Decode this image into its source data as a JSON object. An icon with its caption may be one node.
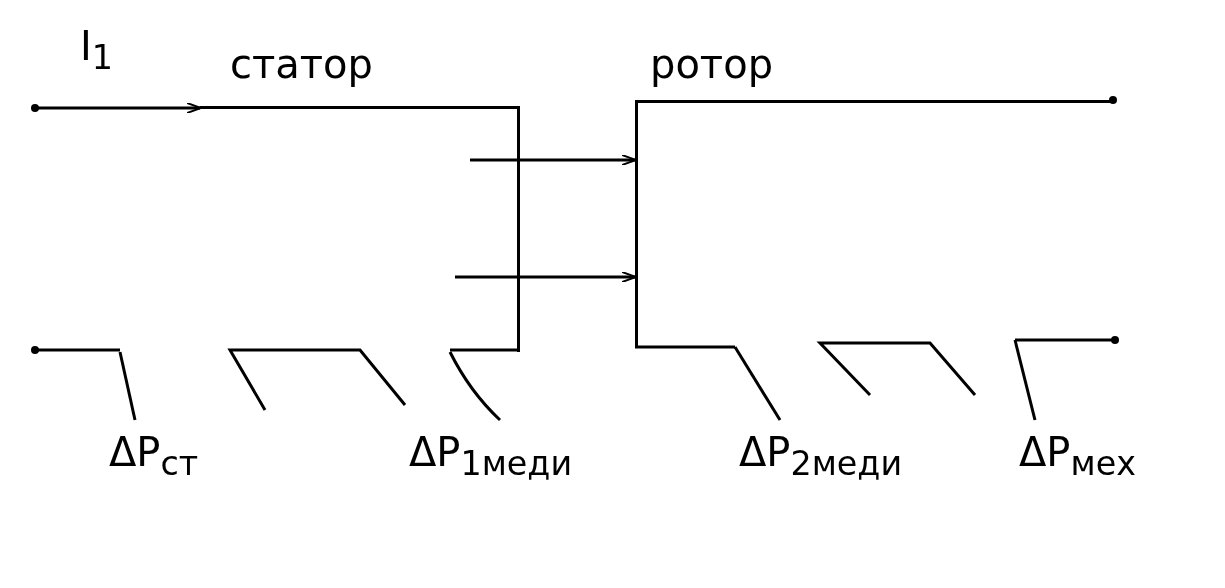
{
  "diagram": {
    "nodes": [
      {
        "text": [
          "статор"
        ]
      },
      {
        "text": [
          "ротор"
        ]
      },
      {
        "text": [
          "ΔP$_{ст}$"
        ]
      },
      {
        "text": [
          "ΔP$_{1меди}$"
        ]
      },
      {
        "text": [
          "ΔP$_{2меди}$"
        ]
      },
      {
        "text": [
          "ΔP$_{мех}$"
        ]
      }
    ],
    "edges": [
      {
        "from": null,
        "to": 0,
        "arrow": "to",
        "label": "I$_{1}$"
      },
      {
        "from": 0,
        "to": 1,
        "arrow": "to"
      },
      {
        "from": 0,
        "to": 1,
        "arrow": "to"
      },
      {
        "from": 0,
        "to": 2,
        "arrow": "none"
      },
      {
        "from": 0,
        "to": 3,
        "arrow": "none"
      },
      {
        "from": 1,
        "to": 4,
        "arrow": "none"
      },
      {
        "from": 1,
        "to": 5,
        "arrow": "none"
      }
    ]
  }
}
